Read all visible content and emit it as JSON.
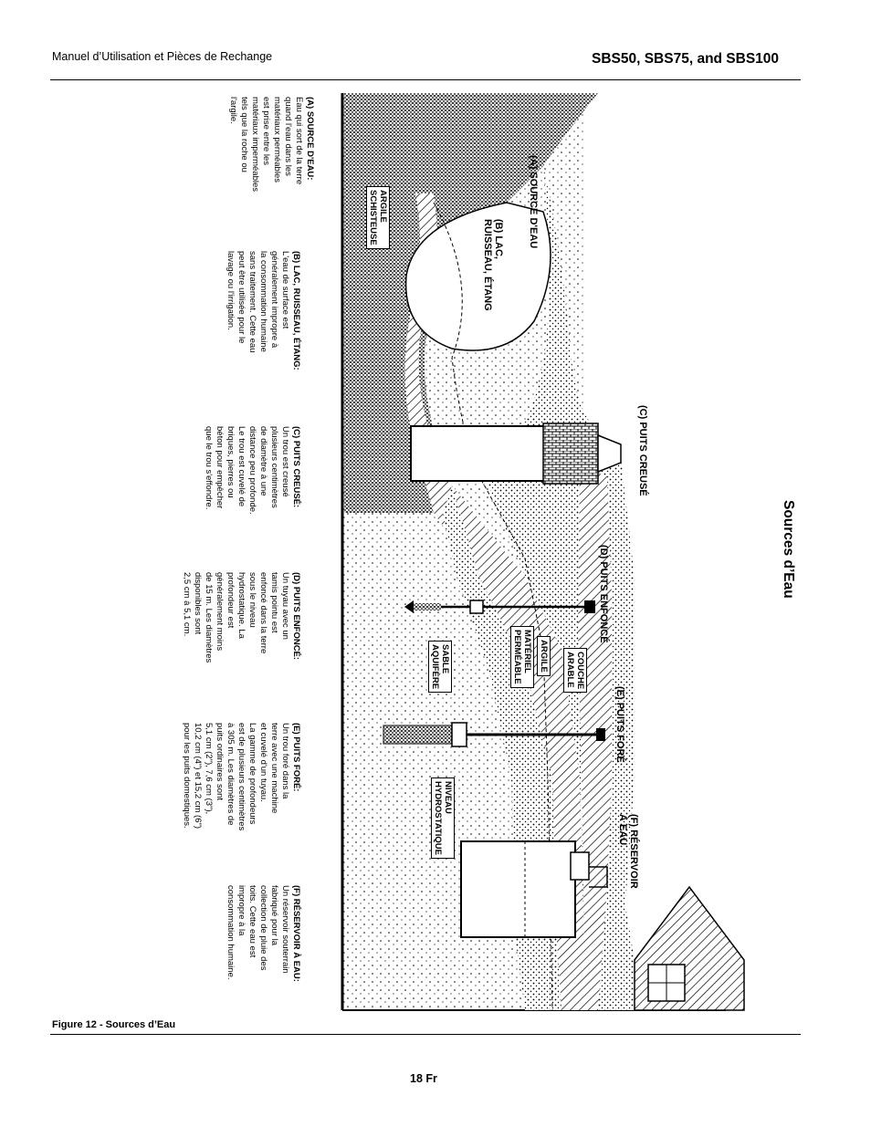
{
  "header": {
    "left_title": "Manuel d’Utilisation et Pièces de Rechange",
    "right_title": "SBS50, SBS75, and SBS100"
  },
  "section_title": "Sources d’Eau",
  "figure": {
    "caption": "Figure 12 - Sources d’Eau",
    "diagram_labels": {
      "a": "(A) SOURCE D'EAU",
      "b": "(B) LAC,\nRUISSEAU, ÉTANG",
      "c": "(C) PUITS CREUSÉ",
      "d": "(D) PUITS ENFONCÉ",
      "e": "(E) PUITS FORÉ",
      "f": "(F) RÉSERVOIR\nÀ EAU"
    },
    "strata_labels": {
      "argile_schisteuse": "ARGILE\nSCHISTEUSE",
      "couche_arable": "COUCHE\nARABLE",
      "argile": "ARGILE",
      "materiel_permeable": "MATÉRIEL\nPERMÉABLE",
      "sable_aquifere": "SABLE\nAQUIFÈRE",
      "niveau_hydrostatique": "NIVEAU\nHYDROSTATIQUE"
    },
    "descriptions": {
      "a": {
        "title": "(A) SOURCE D'EAU:",
        "body": "Eau qui sort de la terre\nquand l'eau dans les\nmatériaux perméables\nest prise entre les\nmatériaux imperméables\ntels que la roche ou\nl'argile."
      },
      "b": {
        "title": "(B) LAC, RUISSEAU, ÉTANG:",
        "body": "L'eau de surface est\ngénéralement impropre à\nla consommation humaine\nsans traitement. Cette eau\npeut être utilisée pour le\nlavage ou l'irrigation."
      },
      "c": {
        "title": "(C) PUITS CREUSÉ:",
        "body": "Un trou est creusé\nplusieurs centimètres\nde diamètre à une\ndistance peu profonde.\nLe trou est cuvelé de\nbriques, pierres ou\nbéton pour empêcher\nque le trou s'effondre."
      },
      "d": {
        "title": "(D) PUITS ENFONCÉ:",
        "body": "Un tuyau avec un\ntamis pointu est\nenfoncé dans la terre\nsous le niveau\nhydrostatique. La\nprofondeur est\ngénéralement moins\nde 15 m. Les diamètres\ndisponibles sont\n2,5 cm à 5,1 cm."
      },
      "e": {
        "title": "(E) PUITS FORÉ:",
        "body": "Un trou foré dans la\nterre avec une machine\net cuvelé d'un tuyau.\nLa gamme de profondeurs\nest de plusieurs centimètres\nà 305 m. Les diamètres de\npuits ordinaires sont\n5,1 cm (2\"), 7,6 cm (3\"),\n10,2 cm (4\") et 15,2 cm (6\")\npour les puits domestiques."
      },
      "f": {
        "title": "(F) RÉSERVOIR À EAU:",
        "body": "Un réservoir souterrain\nfabriqué pour la\ncollection de pluie des\ntoits. Cette eau est\nimpropre à la\nconsommation humaine."
      }
    }
  },
  "footer": {
    "page_number": "18 Fr"
  }
}
